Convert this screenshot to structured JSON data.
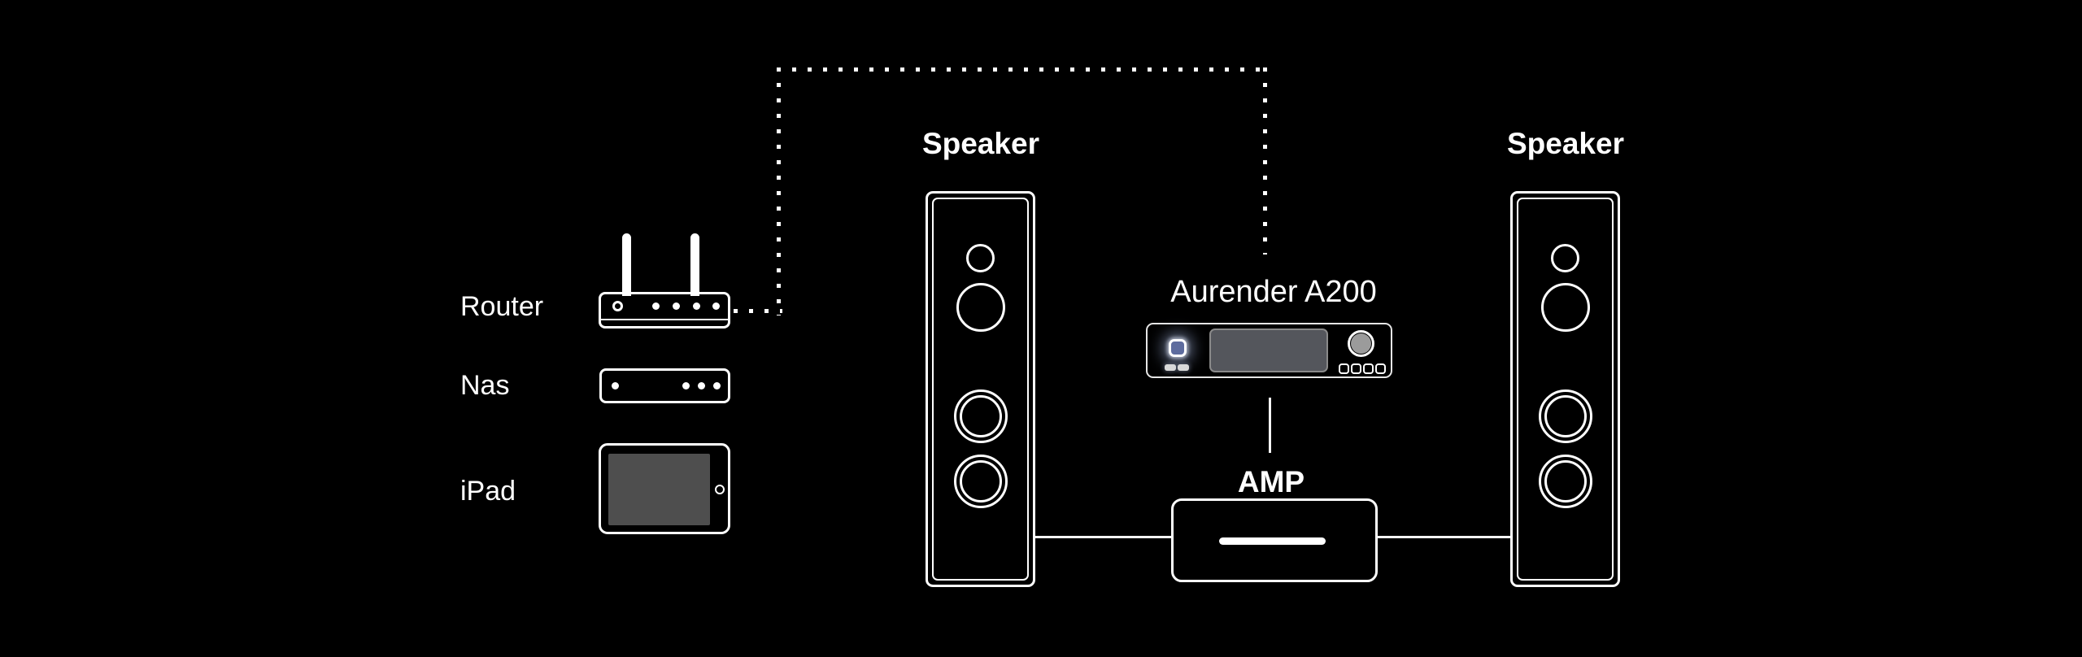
{
  "diagram": {
    "background": "#000000",
    "stroke_color": "#ffffff",
    "nodes": {
      "router": {
        "label": "Router"
      },
      "nas": {
        "label": "Nas"
      },
      "ipad": {
        "label": "iPad"
      },
      "speaker_left": {
        "label": "Speaker"
      },
      "speaker_right": {
        "label": "Speaker"
      },
      "aurender": {
        "label": "Aurender A200"
      },
      "amp": {
        "label": "AMP"
      }
    },
    "colors": {
      "ipad_screen_gray": "#4e4e4e",
      "aurender_screen_gray": "#54565c",
      "aurender_glow_button_blue": "#5e6c9e",
      "knob_gray": "#9b9b9b",
      "amp_panel_gray": "#595959",
      "line_white": "#f5f5f5"
    },
    "connections": [
      {
        "from": "router",
        "to": "aurender",
        "style": "dotted"
      },
      {
        "from": "aurender",
        "to": "amp",
        "style": "solid"
      },
      {
        "from": "amp",
        "to": "speaker_left",
        "style": "solid"
      },
      {
        "from": "amp",
        "to": "speaker_right",
        "style": "solid"
      }
    ]
  }
}
